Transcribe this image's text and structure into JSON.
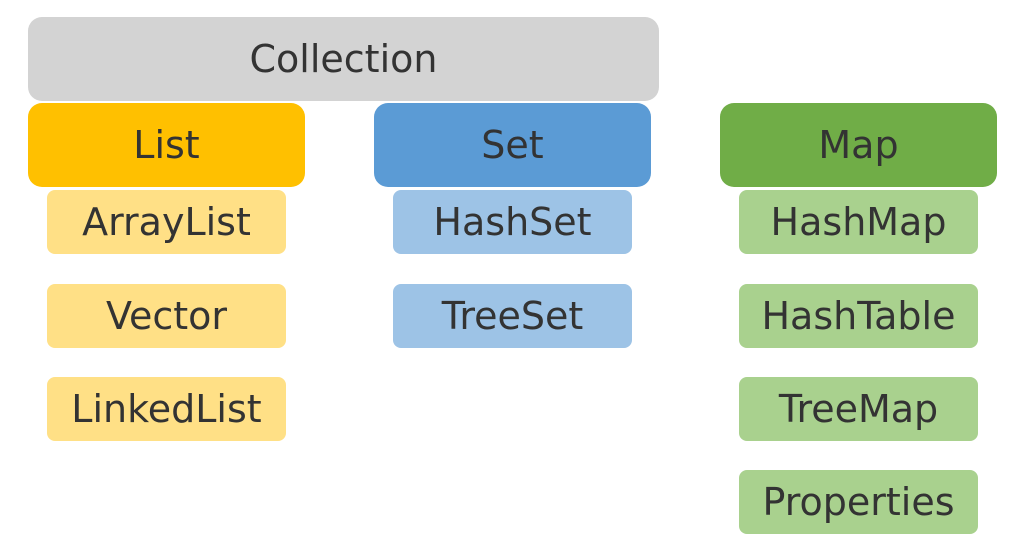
{
  "root": {
    "label": "Collection",
    "color": "#d3d3d3"
  },
  "groups": [
    {
      "label": "List",
      "header_color": "#ffc000",
      "child_color": "#ffe086",
      "children": [
        "ArrayList",
        "Vector",
        "LinkedList"
      ]
    },
    {
      "label": "Set",
      "header_color": "#5b9bd5",
      "child_color": "#9dc3e6",
      "children": [
        "HashSet",
        "TreeSet"
      ]
    },
    {
      "label": "Map",
      "header_color": "#70ad47",
      "child_color": "#a9d18e",
      "children": [
        "HashMap",
        "HashTable",
        "TreeMap",
        "Properties"
      ]
    }
  ]
}
